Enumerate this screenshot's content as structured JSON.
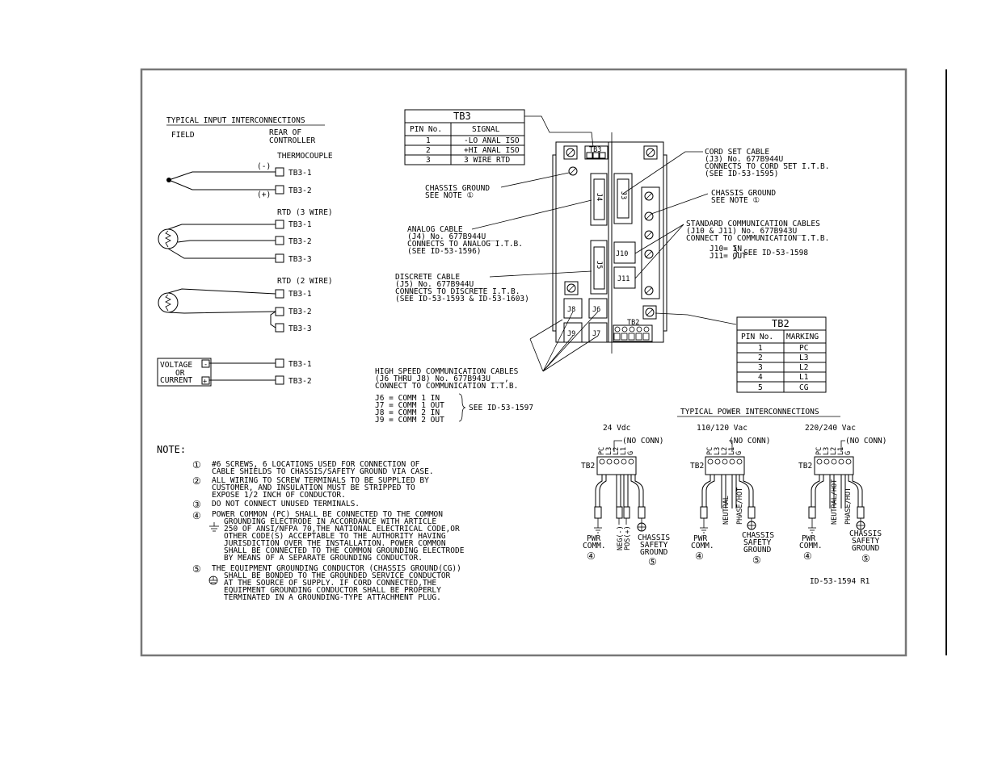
{
  "input": {
    "title": "TYPICAL INPUT INTERCONNECTIONS",
    "field": "FIELD",
    "rear": [
      "REAR OF",
      "CONTROLLER"
    ],
    "thermocouple": "THERMOCOUPLE",
    "tc_minus": "(-)",
    "tc_plus": "(+)",
    "rtd3": "RTD (3 WIRE)",
    "rtd2": "RTD (2 WIRE)",
    "vc": [
      "VOLTAGE",
      "OR",
      "CURRENT"
    ],
    "minus": "-",
    "plus": "+",
    "tb1": "TB3-1",
    "tb2": "TB3-2",
    "tb3": "TB3-3"
  },
  "tb3_table": {
    "title": "TB3",
    "headers": [
      "PIN No.",
      "SIGNAL"
    ],
    "rows": [
      [
        "1",
        "-LO ANAL ISO"
      ],
      [
        "2",
        "+HI ANAL ISO"
      ],
      [
        "3",
        "3 WIRE RTD"
      ]
    ]
  },
  "tb2_table": {
    "title": "TB2",
    "headers": [
      "PIN No.",
      "MARKING"
    ],
    "rows": [
      [
        "1",
        "PC"
      ],
      [
        "2",
        "L3"
      ],
      [
        "3",
        "L2"
      ],
      [
        "4",
        "L1"
      ],
      [
        "5",
        "CG"
      ]
    ]
  },
  "callouts": {
    "chassis1": [
      "CHASSIS GROUND",
      "SEE NOTE ①"
    ],
    "analog": [
      "ANALOG CABLE",
      "(J4)      No. 677B944U__",
      "CONNECTS TO ANALOG I.T.B.",
      "(SEE ID-53-1596)"
    ],
    "discrete": [
      "DISCRETE CABLE",
      "(J5)      No. 677B944U__",
      "CONNECTS TO DISCRETE I.T.B.",
      "(SEE ID-53-1593 & ID-53-1603)"
    ],
    "cordset": [
      "CORD SET CABLE",
      "(J3)      No. 677B944U__",
      "CONNECTS TO CORD SET I.T.B.",
      "(SEE ID-53-1595)"
    ],
    "chassis2": [
      "CHASSIS GROUND",
      "SEE NOTE ①"
    ],
    "stdcomm": [
      "STANDARD COMMUNICATION CABLES",
      "(J10 & J11)     No. 677B943U__",
      "CONNECT TO COMMUNICATION I.T.B."
    ],
    "j10": "J10= IN",
    "j11": "J11= OUT",
    "see1598": "SEE ID-53-1598",
    "hscomm": [
      "HIGH SPEED COMMUNICATION CABLES",
      "(J6 THRU J8)      No. 677B943U__ ,",
      "CONNECT TO COMMUNICATION I.T.B."
    ],
    "jlist": [
      "J6 = COMM 1 IN",
      "J7 = COMM 1 OUT",
      "J8 = COMM 2 IN",
      "J9 = COMM 2 OUT"
    ],
    "see1597": "SEE ID-53-1597"
  },
  "device": {
    "tb3": "TB3",
    "tb2": "TB2",
    "j3": "J3",
    "j4": "J4",
    "j5": "J5",
    "j6": "J6",
    "j7": "J7",
    "j8": "J8",
    "j9": "J9",
    "j10": "J10",
    "j11": "J11"
  },
  "power": {
    "title": "TYPICAL POWER INTERCONNECTIONS",
    "v24": "24 Vdc",
    "v110": "110/120 Vac",
    "v220": "220/240 Vac",
    "noconn": "(NO CONN)",
    "tb2": "TB2",
    "pins": [
      "PC",
      "L3",
      "L2",
      "L1",
      "G"
    ],
    "pwr": [
      "PWR",
      "COMM."
    ],
    "safety": [
      "CHASSIS",
      "SAFETY",
      "GROUND"
    ],
    "neg": "NEG(-)",
    "pos": "POS(+)",
    "neutral": "NEUTRAL",
    "phase": "PHASE/HOT",
    "neutralhot": "NEUTRAL/HOT",
    "n4": "④",
    "n5": "⑤"
  },
  "notes": {
    "title": "NOTE:",
    "items": [
      {
        "n": "①",
        "lines": [
          "#6 SCREWS, 6 LOCATIONS USED FOR CONNECTION OF",
          "CABLE SHIELDS TO CHASSIS/SAFETY GROUND VIA CASE."
        ]
      },
      {
        "n": "②",
        "lines": [
          "ALL WIRING TO SCREW TERMINALS TO BE SUPPLIED BY",
          "CUSTOMER, AND INSULATION MUST BE STRIPPED TO",
          "EXPOSE 1/2 INCH OF CONDUCTOR."
        ]
      },
      {
        "n": "③",
        "lines": [
          "DO NOT CONNECT UNUSED TERMINALS."
        ]
      },
      {
        "n": "④",
        "lines": [
          "POWER COMMON (PC) SHALL BE CONNECTED TO THE COMMON",
          "GROUNDING ELECTRODE IN ACCORDANCE WITH ARTICLE",
          "250 OF ANSI/NFPA 70,THE NATIONAL ELECTRICAL CODE,OR",
          "OTHER CODE(S) ACCEPTABLE TO THE AUTHORITY HAVING",
          "JURISDICTION OVER THE INSTALLATION. POWER COMMON",
          "SHALL BE CONNECTED TO THE COMMON GROUNDING ELECTRODE",
          "BY MEANS OF A SEPARATE GROUNDING CONDUCTOR."
        ]
      },
      {
        "n": "⑤",
        "lines": [
          "THE EQUIPMENT GROUNDING CONDUCTOR (CHASSIS GROUND(CG))",
          "SHALL BE BONDED TO THE GROUNDED SERVICE CONDUCTOR",
          "AT THE SOURCE OF SUPPLY. IF CORD CONNECTED,THE",
          "EQUIPMENT GROUNDING CONDUCTOR SHALL BE PROPERLY",
          "TERMINATED IN A GROUNDING-TYPE ATTACHMENT PLUG."
        ]
      }
    ]
  },
  "drawing_id": "ID-53-1594 R1"
}
